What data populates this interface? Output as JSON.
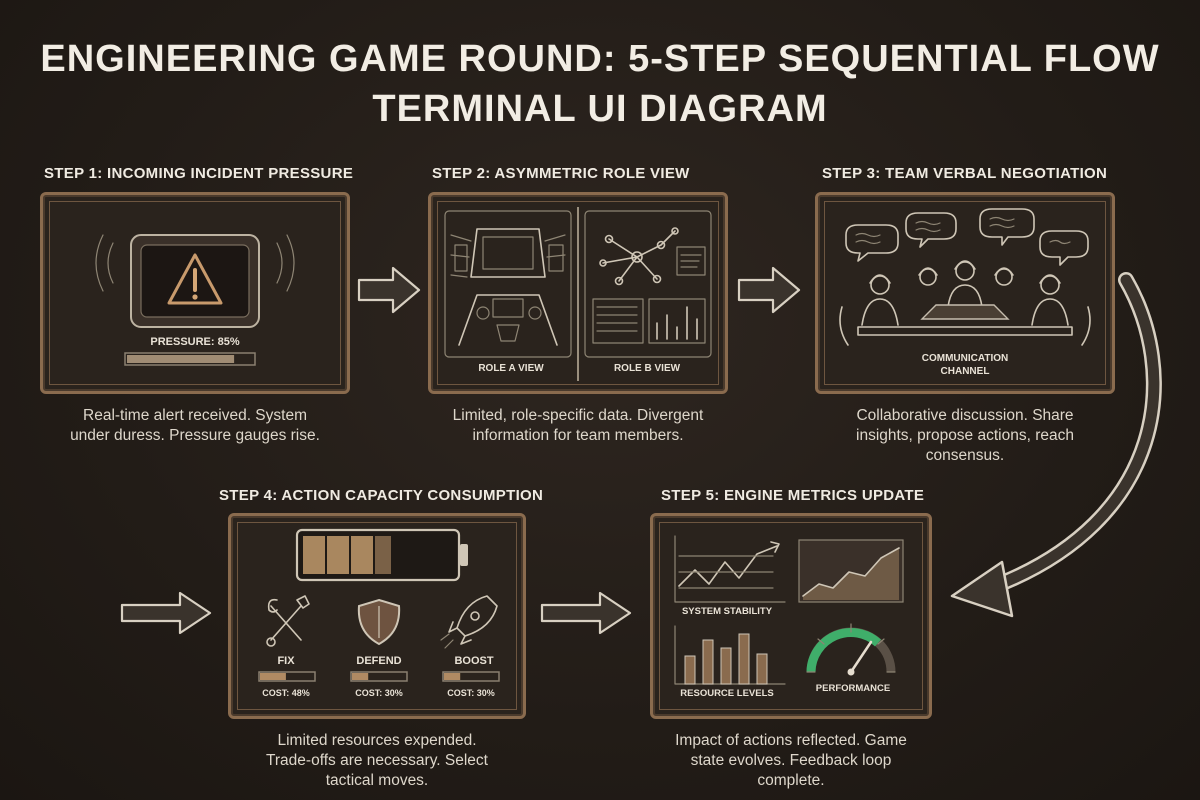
{
  "title": {
    "line1": "ENGINEERING GAME ROUND: 5-STEP SEQUENTIAL FLOW",
    "line2": "TERMINAL UI DIAGRAM"
  },
  "steps": [
    {
      "label": "STEP 1: INCOMING INCIDENT PRESSURE",
      "pressure_label": "PRESSURE: 85%",
      "pressure_level": 0.85,
      "description": [
        "Real-time alert received. System",
        "under duress. Pressure gauges rise."
      ]
    },
    {
      "label": "STEP 2: ASYMMETRIC ROLE VIEW",
      "role_a": "ROLE A VIEW",
      "role_b": "ROLE B VIEW",
      "description": [
        "Limited, role-specific data. Divergent",
        "information for team members."
      ]
    },
    {
      "label": "STEP 3: TEAM VERBAL NEGOTIATION",
      "channel": [
        "COMMUNICATION",
        "CHANNEL"
      ],
      "description": [
        "Collaborative discussion. Share",
        "insights, propose actions, reach",
        "consensus."
      ]
    },
    {
      "label": "STEP 4: ACTION CAPACITY CONSUMPTION",
      "actions": [
        {
          "name": "FIX",
          "cost": "COST: 48%",
          "level": 0.48
        },
        {
          "name": "DEFEND",
          "cost": "COST: 30%",
          "level": 0.3
        },
        {
          "name": "BOOST",
          "cost": "COST: 30%",
          "level": 0.3
        }
      ],
      "description": [
        "Limited resources expended.",
        "Trade-offs are necessary. Select",
        "tactical moves."
      ]
    },
    {
      "label": "STEP 5: ENGINE METRICS UPDATE",
      "metrics": [
        "SYSTEM STABILITY",
        "RESOURCE LEVELS",
        "PERFORMANCE"
      ],
      "description": [
        "Impact of actions reflected. Game",
        "state evolves. Feedback loop",
        "complete."
      ]
    }
  ],
  "colors": {
    "background": "#221c17",
    "frame": "#8a6b4e",
    "accent_tan": "#b08a63",
    "gauge_green": "#3fae6a"
  },
  "icons": [
    "warning-icon",
    "wrench-icon",
    "shield-icon",
    "rocket-icon",
    "battery-icon",
    "headset-icon",
    "speech-bubble-icon",
    "arrow-icon"
  ]
}
